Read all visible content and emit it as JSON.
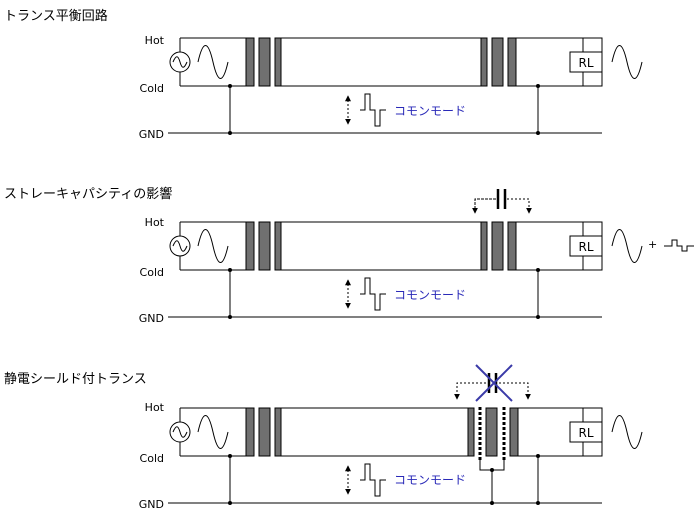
{
  "sections": [
    {
      "title": "トランス平衡回路",
      "hot_label": "Hot",
      "cold_label": "Cold",
      "gnd_label": "GND",
      "load_label": "RL",
      "common_mode_label": "コモンモード"
    },
    {
      "title": "ストレーキャパシティの影響",
      "hot_label": "Hot",
      "cold_label": "Cold",
      "gnd_label": "GND",
      "load_label": "RL",
      "common_mode_label": "コモンモード",
      "plus_label": "+"
    },
    {
      "title": "静電シールド付トランス",
      "hot_label": "Hot",
      "cold_label": "Cold",
      "gnd_label": "GND",
      "load_label": "RL",
      "common_mode_label": "コモンモード"
    }
  ],
  "colors": {
    "line": "#000000",
    "core_fill": "#707070",
    "common_mode_text": "#2a2ab8",
    "cross_mark": "#3a3aa8"
  },
  "icons": [
    "ac-source-icon",
    "sine-wave-icon",
    "common-mode-pulse-icon",
    "capacitor-icon",
    "cross-out-icon"
  ]
}
